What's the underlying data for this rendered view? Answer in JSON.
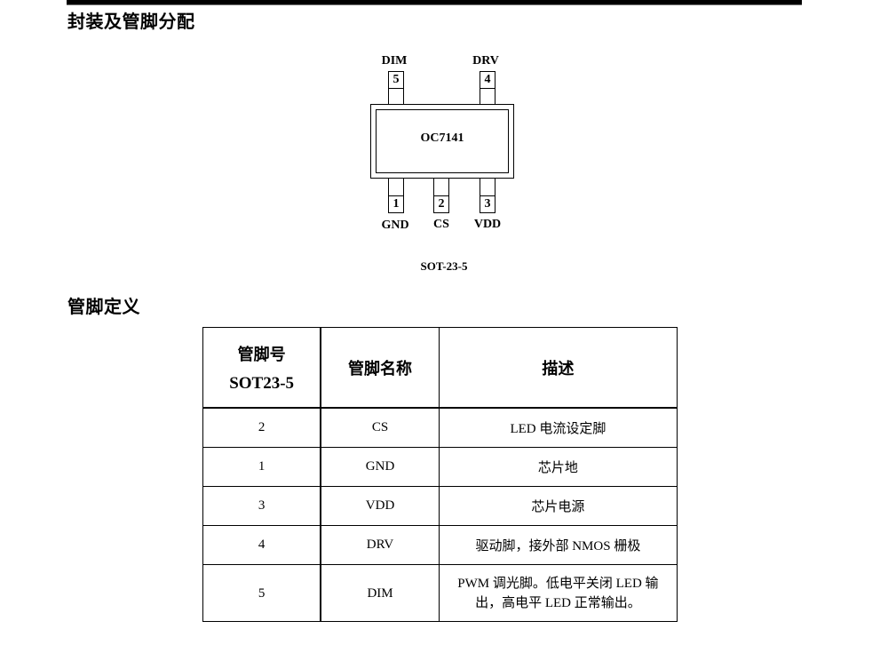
{
  "sections": {
    "package": {
      "title": "封装及管脚分配"
    },
    "pin_def": {
      "title": "管脚定义"
    }
  },
  "diagram": {
    "chip_name": "OC7141",
    "package": "SOT-23-5",
    "top_pins": [
      {
        "num": "5",
        "name": "DIM"
      },
      {
        "num": "4",
        "name": "DRV"
      }
    ],
    "bottom_pins": [
      {
        "num": "1",
        "name": "GND"
      },
      {
        "num": "2",
        "name": "CS"
      },
      {
        "num": "3",
        "name": "VDD"
      }
    ]
  },
  "table": {
    "headers": {
      "pin_no_cn": "管脚号",
      "pin_no_en": "SOT23-5",
      "pin_name": "管脚名称",
      "description": "描述"
    },
    "rows": [
      {
        "num": "2",
        "name": "CS",
        "desc": "LED 电流设定脚"
      },
      {
        "num": "1",
        "name": "GND",
        "desc": "芯片地"
      },
      {
        "num": "3",
        "name": "VDD",
        "desc": "芯片电源"
      },
      {
        "num": "4",
        "name": "DRV",
        "desc": "驱动脚，接外部 NMOS 栅极"
      },
      {
        "num": "5",
        "name": "DIM",
        "desc": "PWM 调光脚。低电平关闭 LED 输出，高电平 LED 正常输出。"
      }
    ]
  }
}
